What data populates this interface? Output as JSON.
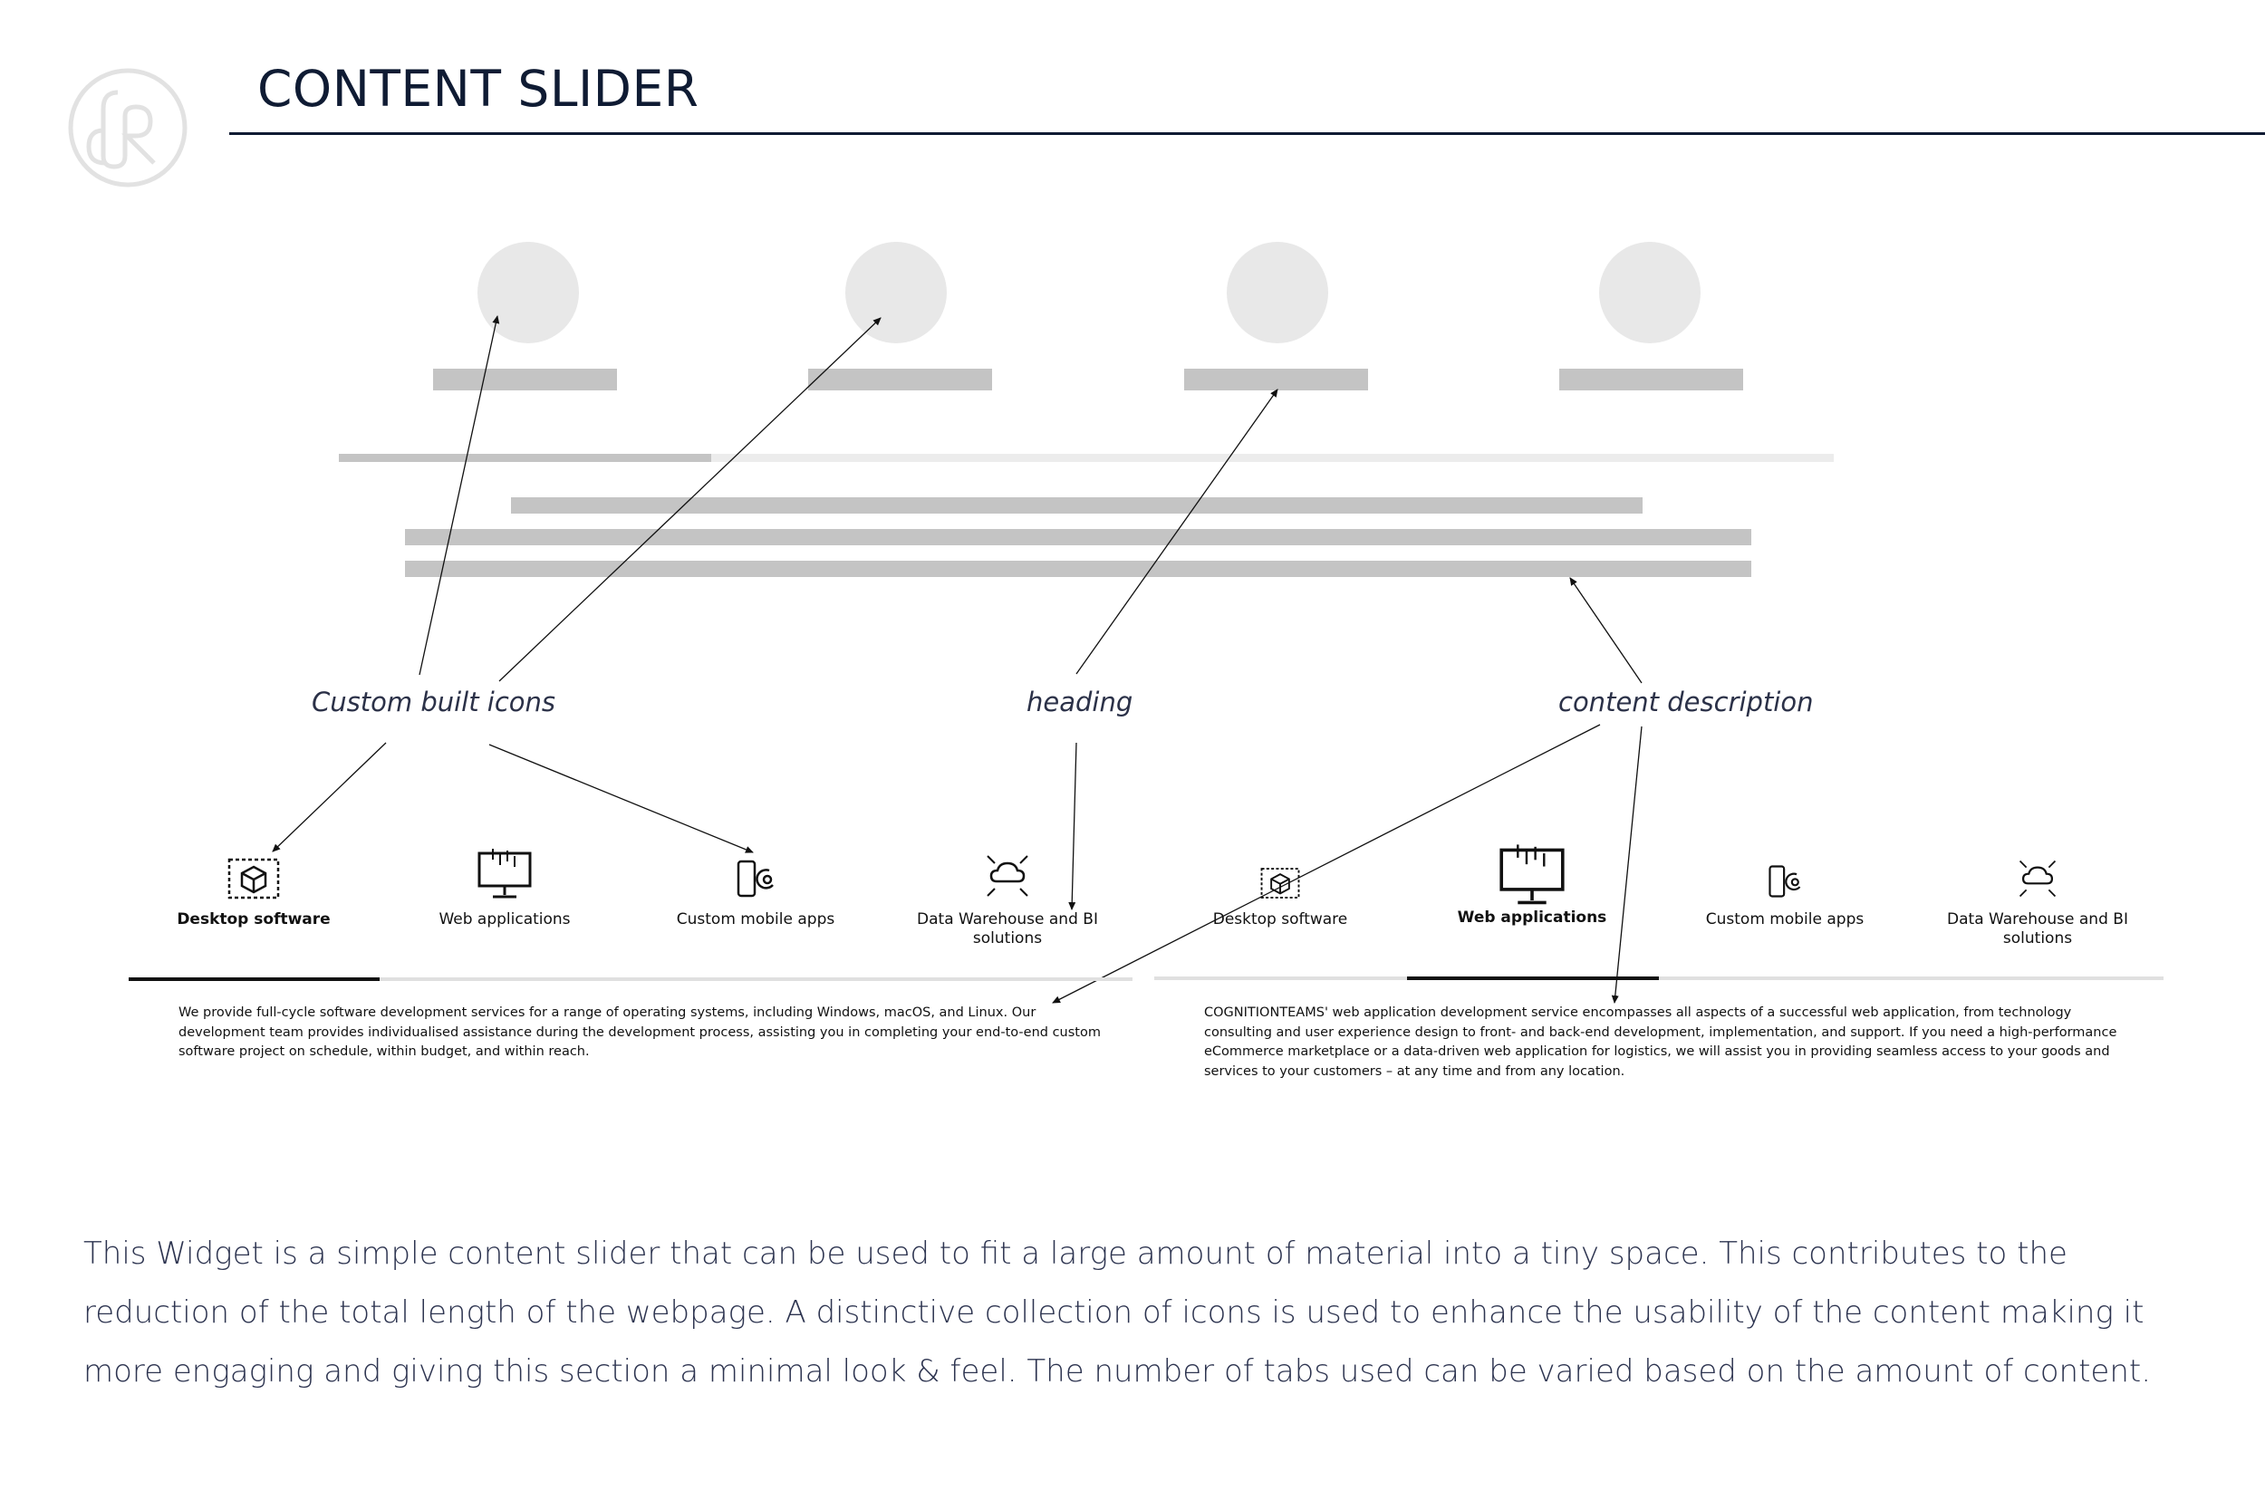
{
  "page": {
    "title": "CONTENT SLIDER"
  },
  "annotations": {
    "icons": "Custom built icons",
    "heading": "heading",
    "description": "content description"
  },
  "slider_left": {
    "tabs": [
      {
        "label": "Desktop software",
        "icon": "desktop-software-icon"
      },
      {
        "label": "Web applications",
        "icon": "web-applications-icon"
      },
      {
        "label": "Custom mobile apps",
        "icon": "custom-mobile-apps-icon"
      },
      {
        "label": "Data Warehouse and BI solutions",
        "icon": "data-warehouse-icon"
      }
    ],
    "active_tab": 0,
    "description": "We provide full-cycle software development services for a range of operating systems, including Windows, macOS, and Linux. Our development team provides individualised assistance during the development process, assisting you in completing your end-to-end custom software project on schedule, within budget, and within reach."
  },
  "slider_right": {
    "tabs": [
      {
        "label": "Desktop software",
        "icon": "desktop-software-icon"
      },
      {
        "label": "Web applications",
        "icon": "web-applications-icon"
      },
      {
        "label": "Custom mobile apps",
        "icon": "custom-mobile-apps-icon"
      },
      {
        "label": "Data Warehouse and BI solutions",
        "icon": "data-warehouse-icon"
      }
    ],
    "active_tab": 1,
    "description": "COGNITIONTEAMS' web application development service encompasses all aspects of a successful web application, from technology consulting and user experience design to front- and back-end development, implementation, and support. If you need a high-performance eCommerce marketplace or a data-driven web application for logistics, we will assist you in providing seamless access to your goods and services to your customers – at any time and from any location."
  },
  "body_text": "This Widget is a simple content slider that can be used to fit a large amount of material into a tiny space. This contributes to the reduction of the total length of the webpage. A distinctive collection of icons is used to enhance the usability of the content making it more engaging and giving this section a minimal look & feel. The number of tabs used can be varied based on the amount of content.",
  "colors": {
    "navy": "#0f1b33",
    "placeholder": "#c4c4c4",
    "circle": "#e8e8e8"
  }
}
